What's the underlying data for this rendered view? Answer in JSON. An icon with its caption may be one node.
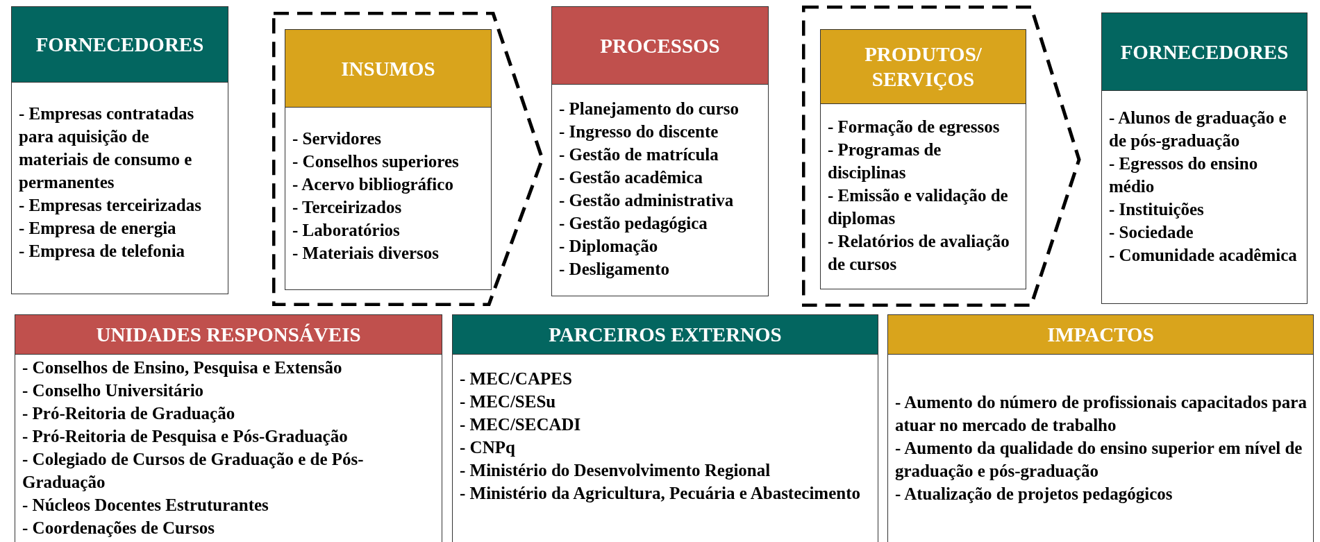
{
  "diagram": {
    "nodes": [
      {
        "text": [
          "FORNECEDORES",
          "- Empresas contratadas para aquisição de materiais de consumo e permanentes",
          "- Empresas terceirizadas",
          "- Empresa de energia",
          "- Empresa de telefonia"
        ]
      },
      {
        "text": [],
        "shape": "chevron"
      },
      {
        "text": [
          "INSUMOS",
          "- Servidores",
          "- Conselhos superiores",
          "- Acervo bibliográfico",
          "- Terceirizados",
          "- Laboratórios",
          "- Materiais diversos"
        ],
        "in": 1
      },
      {
        "text": [
          "PROCESSOS",
          "- Planejamento do curso",
          "- Ingresso do discente",
          "- Gestão de matrícula",
          "- Gestão acadêmica",
          "- Gestão administrativa",
          "- Gestão pedagógica",
          "- Diplomação",
          "- Desligamento"
        ]
      },
      {
        "text": [],
        "shape": "chevron"
      },
      {
        "text": [
          "PRODUTOS/ SERVIÇOS",
          "- Formação de egressos",
          "- Programas de disciplinas",
          "- Emissão e validação de diplomas",
          "- Relatórios de avaliação de cursos"
        ],
        "in": 4
      },
      {
        "text": [
          "FORNECEDORES",
          "- Alunos de graduação e de pós-graduação",
          "- Egressos do ensino médio",
          "- Instituições",
          "- Sociedade",
          "- Comunidade acadêmica"
        ]
      },
      {
        "text": [
          "UNIDADES RESPONSÁVEIS",
          "- Conselhos de Ensino, Pesquisa e Extensão",
          "- Conselho Universitário",
          "- Pró-Reitoria de Graduação",
          "- Pró-Reitoria de Pesquisa e Pós-Graduação",
          "- Colegiado de Cursos de Graduação e de Pós-Graduação",
          "- Núcleos Docentes Estruturantes",
          "- Coordenações de Cursos"
        ]
      },
      {
        "text": [
          "PARCEIROS EXTERNOS",
          "- MEC/CAPES",
          "- MEC/SESu",
          "- MEC/SECADI",
          "- CNPq",
          "- Ministério do Desenvolvimento Regional",
          "- Ministério da Agricultura, Pecuária e Abastecimento"
        ]
      },
      {
        "text": [
          "IMPACTOS",
          "- Aumento do número de profissionais capacitados para atuar no mercado de trabalho",
          "- Aumento da qualidade do ensino superior em nível de graduação e pós-graduação",
          "- Atualização de projetos pedagógicos"
        ]
      }
    ]
  }
}
